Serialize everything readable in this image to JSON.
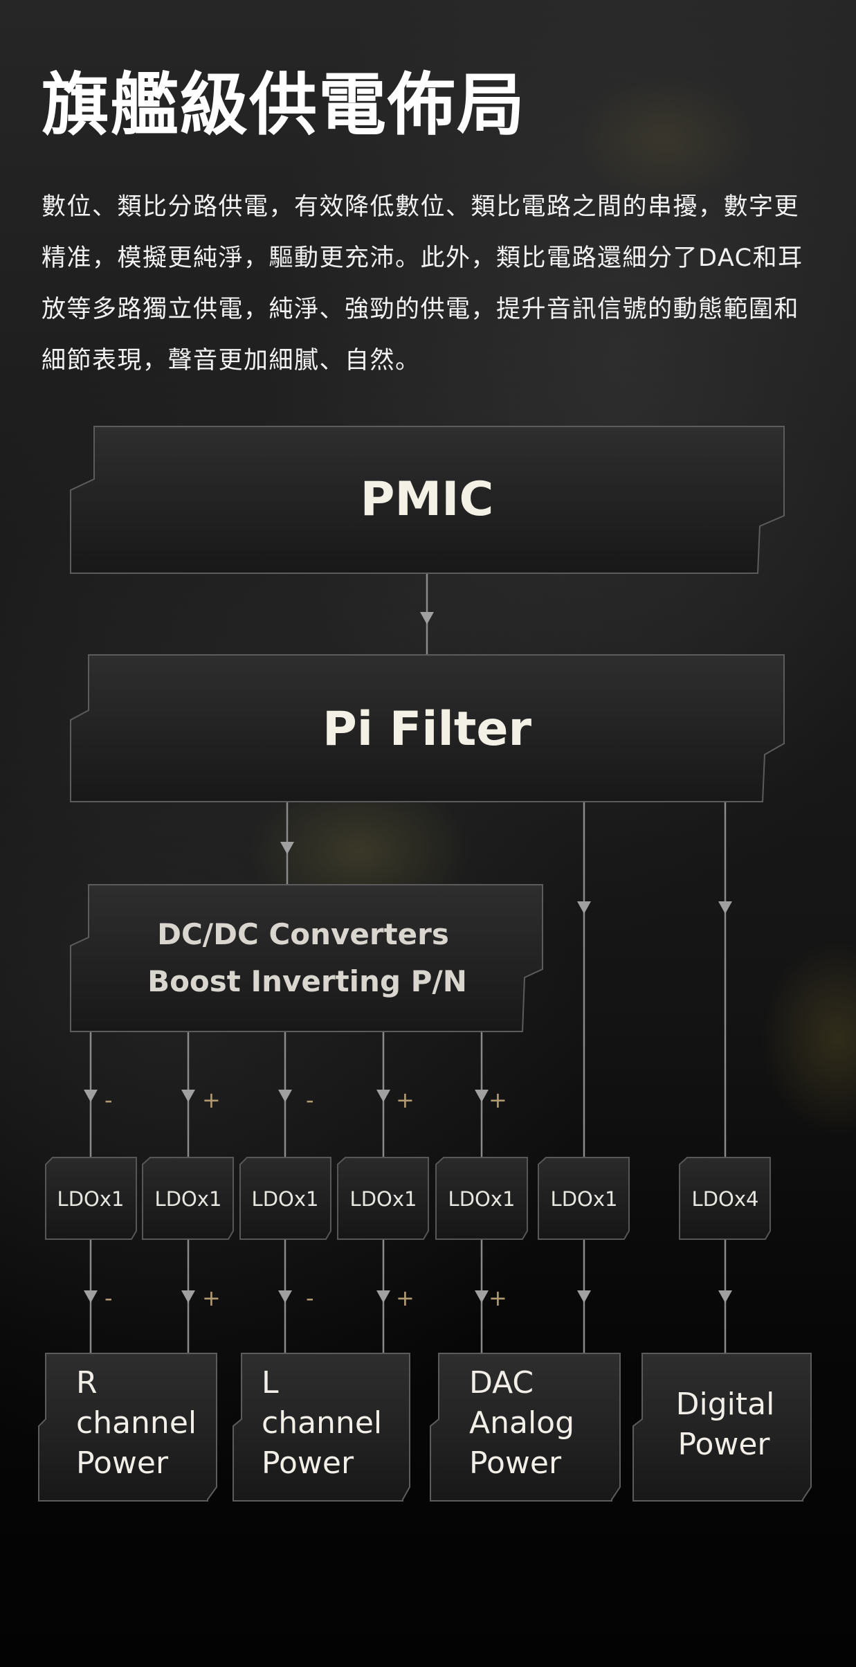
{
  "header": {
    "title": "旗艦級供電佈局",
    "description": "數位、類比分路供電，有效降低數位、類比電路之間的串擾，數字更精准，模擬更純淨，驅動更充沛。此外，類比電路還細分了DAC和耳放等多路獨立供電，純淨、強勁的供電，提升音訊信號的動態範圍和細節表現，聲音更加細膩、自然。"
  },
  "diagram": {
    "pmic": "PMIC",
    "pi_filter": "Pi Filter",
    "dcdc": {
      "line1": "DC/DC Converters",
      "line2": "Boost Inverting P/N"
    },
    "ldo_labels": [
      "LDOx1",
      "LDOx1",
      "LDOx1",
      "LDOx1",
      "LDOx1",
      "LDOx1",
      "LDOx4"
    ],
    "signs": [
      "-",
      "+",
      "-",
      "+",
      "+"
    ],
    "outputs": [
      {
        "lines": [
          "R",
          "channel",
          "Power"
        ]
      },
      {
        "lines": [
          "L",
          "channel",
          "Power"
        ]
      },
      {
        "lines": [
          "DAC",
          "Analog",
          "Power"
        ]
      },
      {
        "lines": [
          "Digital",
          "Power"
        ]
      }
    ]
  },
  "colors": {
    "background": "#0a0a0a",
    "block_fill": "#1e1e1e",
    "block_stroke": "#5c5c5c",
    "wire": "#8a8a8a",
    "sign_accent": "#b29a72",
    "text": "#f3f0e6"
  }
}
